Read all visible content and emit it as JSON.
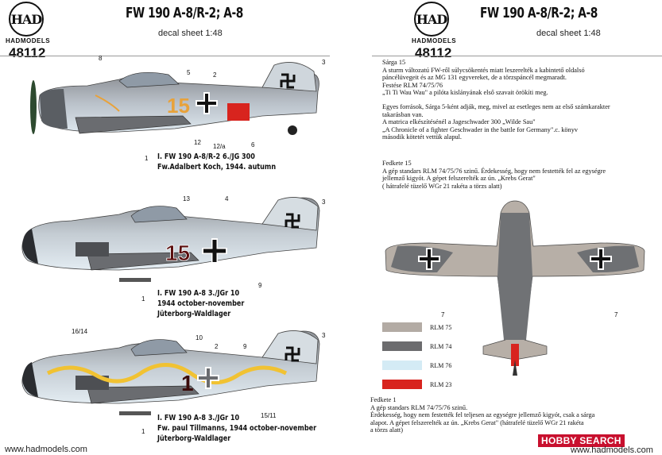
{
  "header": {
    "brand_logo": "HAD",
    "brand_name": "HADMODELS",
    "product_code": "48112",
    "title": "FW 190 A-8/R-2; A-8",
    "subtitle": "decal sheet 1:48",
    "url": "www.hadmodels.com"
  },
  "planes": [
    {
      "caption": [
        "I. FW 190 A-8/R-2  6./JG 300",
        "Fw.Adalbert Koch, 1944. autumn"
      ],
      "callouts": [
        "8",
        "5",
        "2",
        "3",
        "12",
        "12/a",
        "6",
        "1"
      ],
      "fuselage_number": "15"
    },
    {
      "caption": [
        "I. FW 190 A-8  3./JGr 10",
        "1944 october-november",
        "Jüterborg-Waldlager"
      ],
      "callouts": [
        "13",
        "4",
        "3",
        "9",
        "1"
      ],
      "fuselage_number": "15"
    },
    {
      "caption": [
        "I. FW 190 A-8  3./JGr 10",
        "Fw. paul Tillmanns, 1944 october-november",
        "Jüterborg-Waldlager"
      ],
      "callouts": [
        "16/14",
        "10",
        "2",
        "9",
        "3",
        "15/11",
        "1"
      ],
      "fuselage_number": "1"
    }
  ],
  "notes": {
    "sarga_title": "Sárga 15",
    "sarga_lines": [
      "A sturm változatú FW-ről súlycsökentés miatt leszerelték a kabintető oldalsó",
      "páncélüvegeit és az MG 131 egyvereket, de a törzspáncél megmaradt.",
      "Festése RLM 74/75/76",
      "„Ti Ti Wau Wau\"  a pilóta kislányának első szavait örökíti meg."
    ],
    "sarga_lines2": [
      "Egyes források, Sárga 5-ként adják, meg, mivel az esetleges nem az első számkarakter",
      "takarásban van.",
      "A matrica elkészítésénél a Jageschwader 300 „Wilde Sau\"",
      "„A Chronicle of  a fighter Geschwader in the battle for Germany\".c. könyv",
      " második kötetét vettük alapul."
    ],
    "fekete15_title": "Fedkete 15",
    "fekete15_lines": [
      "A gép standars RLM 74/75/76 szinű. Érdekesség, hogy nem festették fel az egységre",
      "jellemző kigyót. A gépet felszerelték  az ún. „Krebs Gerat\"",
      "( hátrafelé tüzelő WGr 21 rakéta a törzs alatt)"
    ],
    "fekete1_title": "Fedkete 1",
    "fekete1_lines": [
      "A gép standars RLM 74/75/76 szinű.",
      "Érdekesség, hogy nem festették fel  teljesen az egységre jellemző kigyót, csak a sárga",
      "alapot. A gépet felszerelték  az ún. „Krebs Gerat\" (hátrafelé tüzelő WGr 21 rakéta",
      " a törzs alatt)"
    ]
  },
  "topview_callouts": [
    "7",
    "7"
  ],
  "swatches": [
    {
      "label": "RLM 75",
      "color": "#b3aba4"
    },
    {
      "label": "RLM 74",
      "color": "#6c6c6e"
    },
    {
      "label": "RLM 76",
      "color": "#d4ebf5"
    },
    {
      "label": "RLM 23",
      "color": "#d8241e"
    }
  ],
  "watermark": "HOBBY SEARCH"
}
